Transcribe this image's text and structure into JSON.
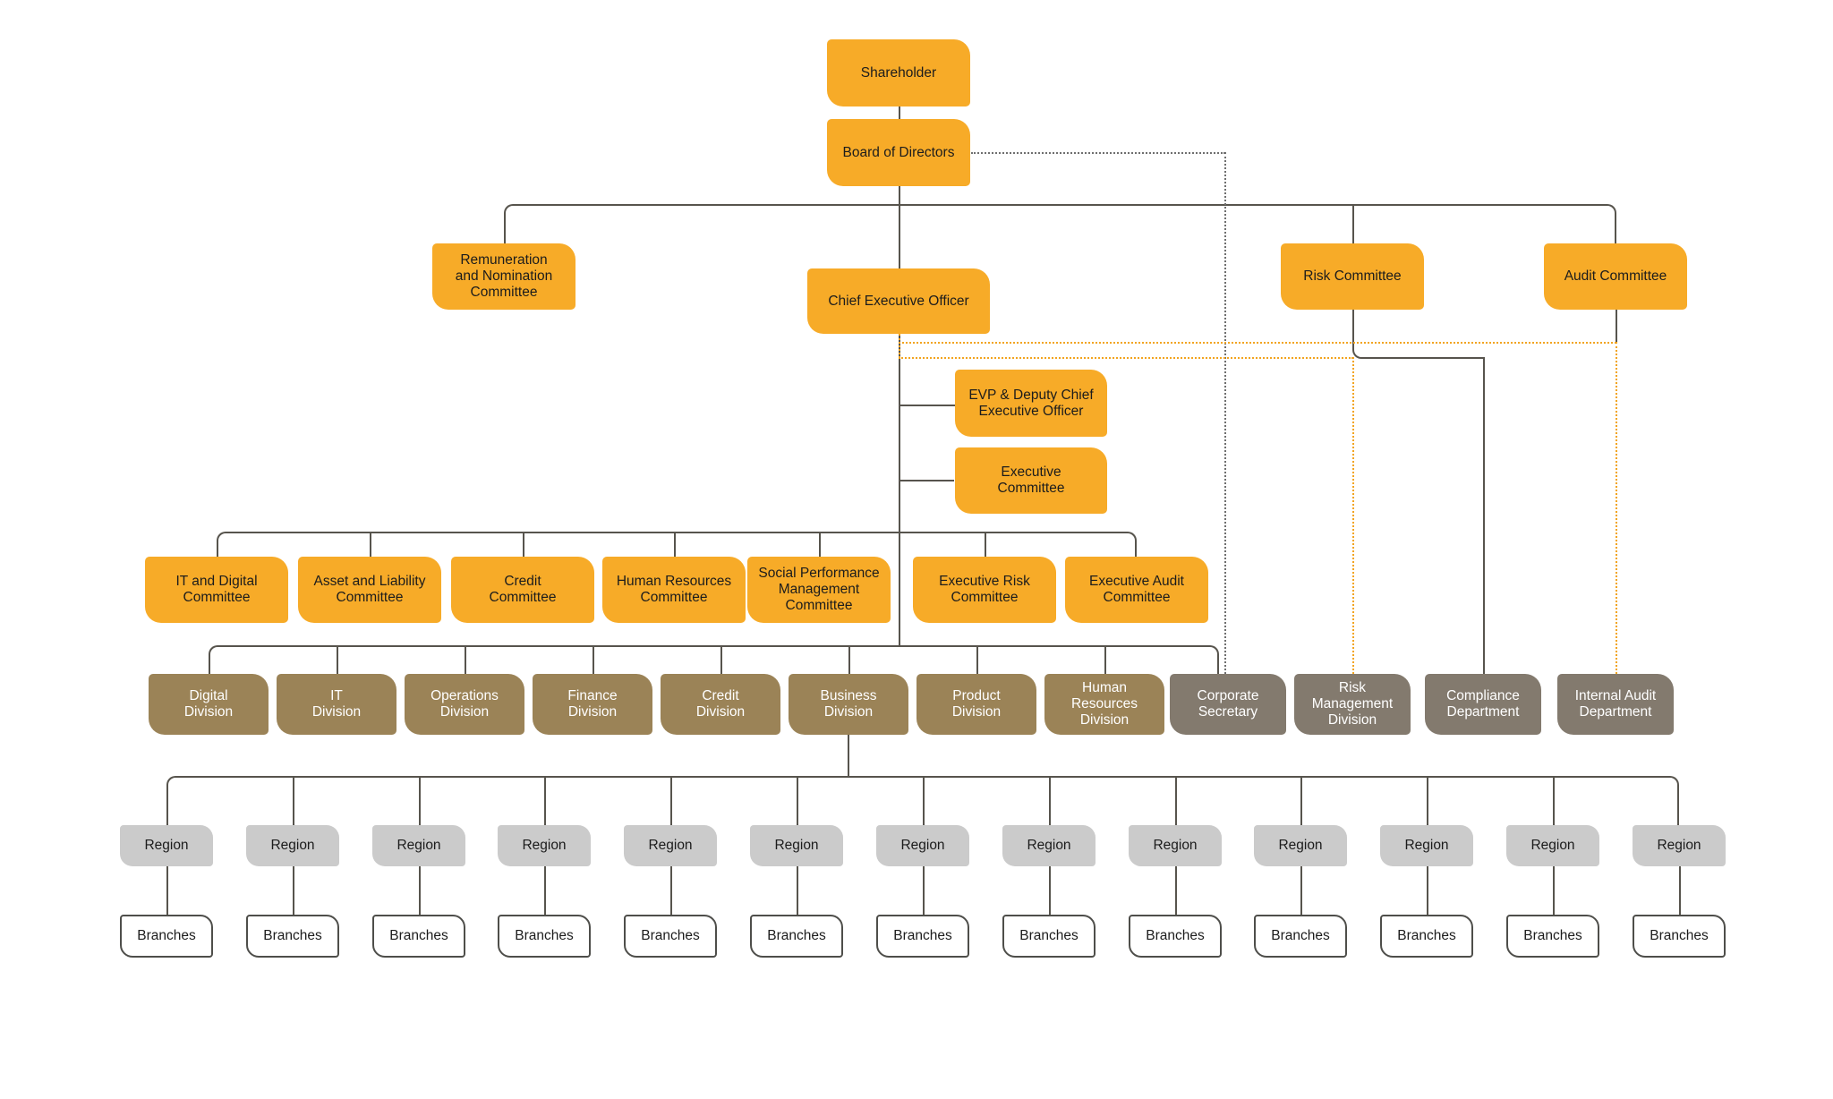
{
  "palette": {
    "amber": "#F7AB28",
    "brown": "#9B8357",
    "taupe": "#837A6E",
    "light_gray": "#CBCBCB",
    "branch_border": "#4E4E4A",
    "line_solid": "#57544D",
    "line_dotted_gray": "#6F6F6F",
    "line_dotted_amber": "#F2A41F",
    "text_dark": "#1C1C1C",
    "text_light": "#FFFFFF"
  },
  "org": {
    "shareholder": "Shareholder",
    "board": "Board of Directors",
    "level2": [
      "Remuneration\nand Nomination\nCommittee",
      "Chief Executive Officer",
      "Risk Committee",
      "Audit Committee"
    ],
    "executive": [
      "EVP & Deputy Chief\nExecutive Officer",
      "Executive\nCommittee"
    ],
    "committees": [
      "IT and Digital\nCommittee",
      "Asset and Liability\nCommittee",
      "Credit\nCommittee",
      "Human Resources\nCommittee",
      "Social Performance\nManagement\nCommittee",
      "Executive Risk\nCommittee",
      "Executive Audit\nCommittee"
    ],
    "divisions": [
      "Digital\nDivision",
      "IT\nDivision",
      "Operations\nDivision",
      "Finance\nDivision",
      "Credit\nDivision",
      "Business\nDivision",
      "Product\nDivision",
      "Human\nResources\nDivision"
    ],
    "departments": [
      "Corporate\nSecretary",
      "Risk\nManagement\nDivision",
      "Compliance\nDepartment",
      "Internal Audit\nDepartment"
    ],
    "region_label": "Region",
    "branches_label": "Branches",
    "region_count": 13,
    "branches_count": 13
  }
}
